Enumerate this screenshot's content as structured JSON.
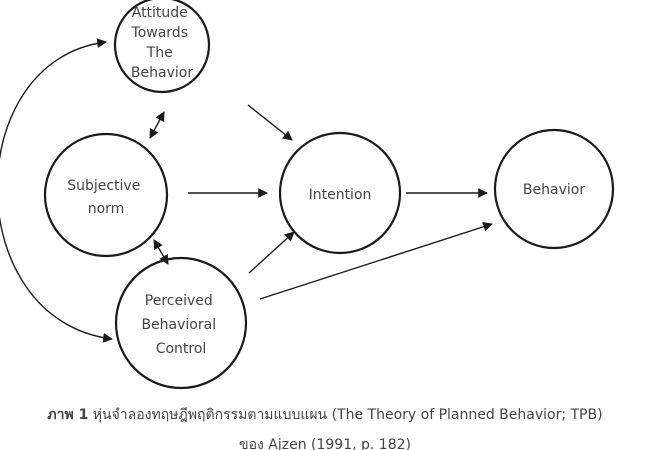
{
  "diagram": {
    "nodes": {
      "attitude": {
        "lines": [
          "Attitude",
          "Towards",
          "The",
          "Behavior"
        ]
      },
      "norm": {
        "lines": [
          "Subjective",
          "norm"
        ]
      },
      "pbc": {
        "lines": [
          "Perceived",
          "Behavioral",
          "Control"
        ]
      },
      "intention": {
        "lines": [
          "Intention"
        ]
      },
      "behavior": {
        "lines": [
          "Behavior"
        ]
      }
    }
  },
  "caption": {
    "label": "ภาพ 1",
    "text": " หุ่นจำลองทฤษฎีพฤติกรรมตามแบบแผน (The Theory of Planned Behavior; TPB)",
    "source": "ของ Ajzen (1991, p. 182)"
  },
  "colors": {
    "stroke": "#1a1a1a",
    "text": "#444444"
  }
}
